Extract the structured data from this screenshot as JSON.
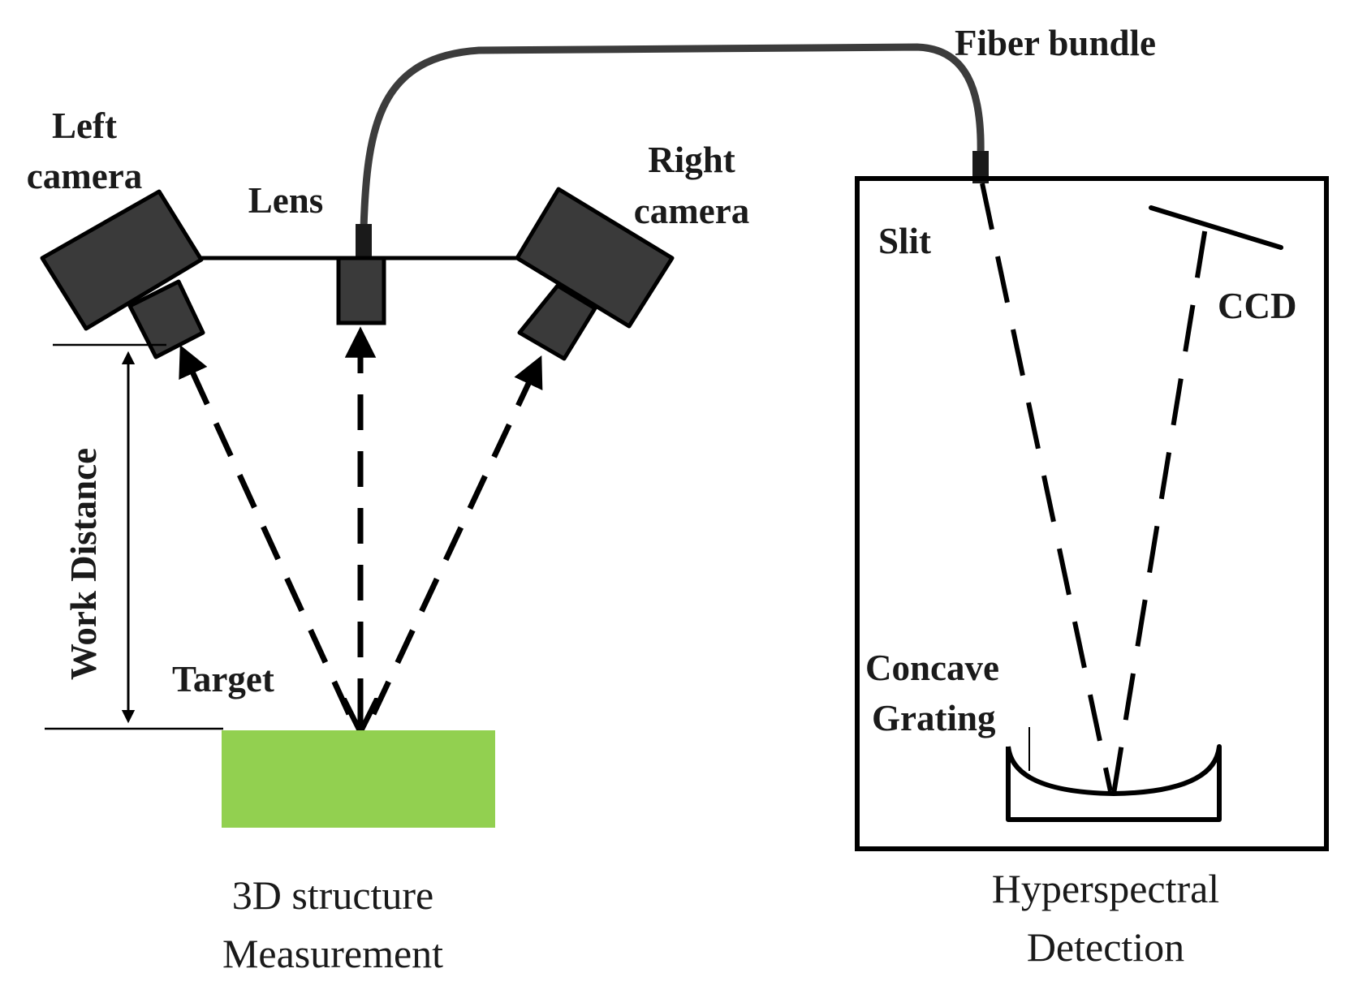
{
  "labels": {
    "left_camera_line1": "Left",
    "left_camera_line2": "camera",
    "lens": "Lens",
    "right_camera_line1": "Right",
    "right_camera_line2": "camera",
    "fiber_bundle": "Fiber bundle",
    "slit": "Slit",
    "ccd": "CCD",
    "work_distance": "Work Distance",
    "target": "Target",
    "concave_grating_line1": "Concave",
    "concave_grating_line2": "Grating",
    "caption_left_line1": "3D structure",
    "caption_left_line2": "Measurement",
    "caption_right_line1": "Hyperspectral",
    "caption_right_line2": "Detection"
  },
  "colors": {
    "device_fill": "#3a3a3a",
    "stroke": "#000000",
    "target_fill": "#92d050",
    "fiber": "#3c3c3c"
  }
}
